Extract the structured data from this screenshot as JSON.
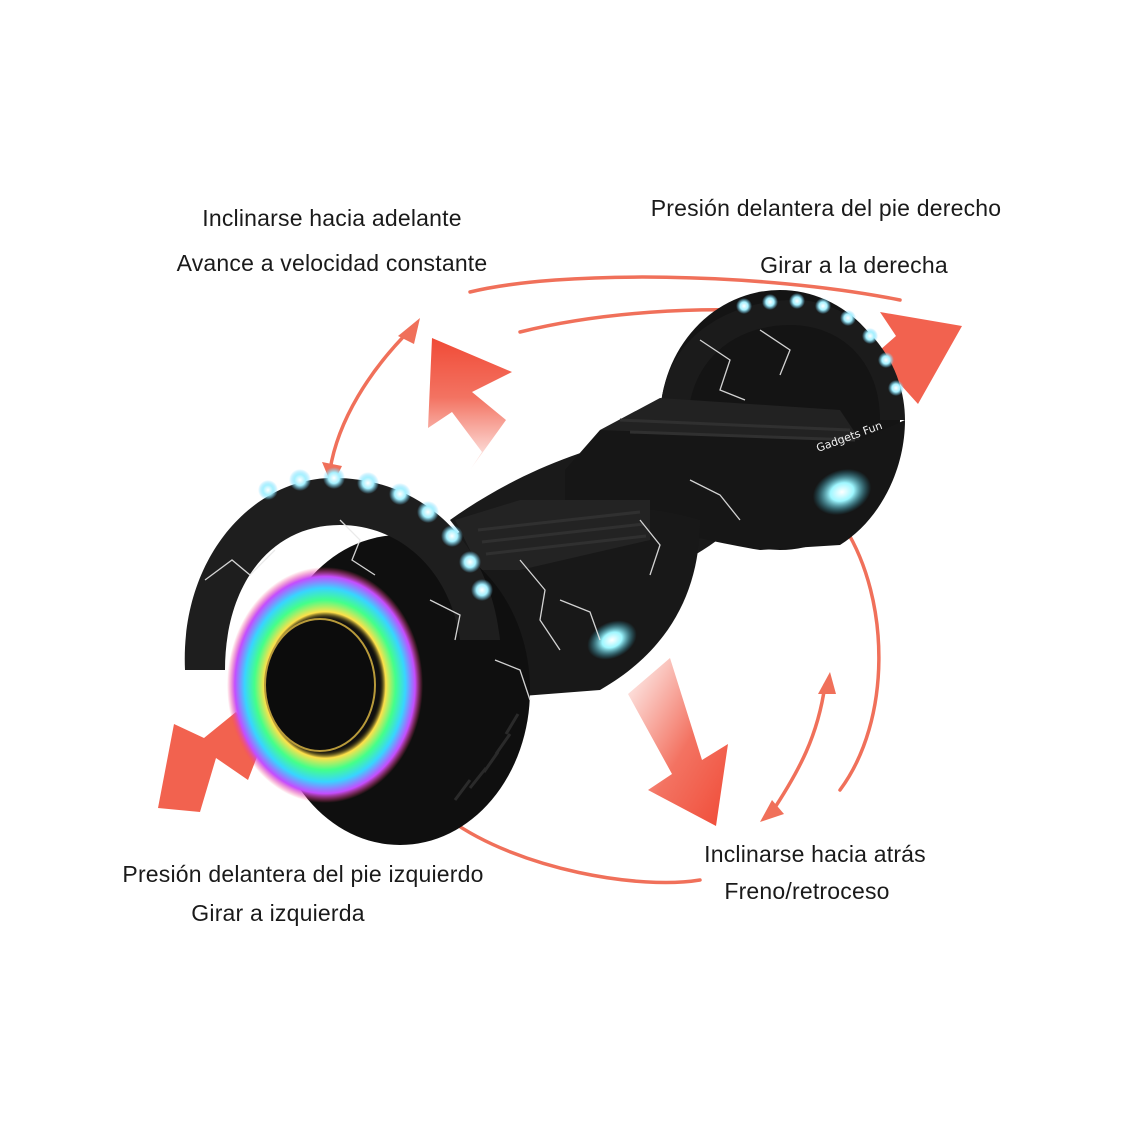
{
  "labels": {
    "forward": {
      "line1": "Inclinarse hacia adelante",
      "line2": "Avance a velocidad constante"
    },
    "right_foot": {
      "line1": "Presión delantera del pie derecho",
      "line2": "Girar a la derecha"
    },
    "left_foot": {
      "line1": "Presión delantera del pie izquierdo",
      "line2": "Girar a izquierda"
    },
    "backward": {
      "line1": "Inclinarse hacia atrás",
      "line2": "Freno/retroceso"
    }
  },
  "brand": {
    "text": "Gadgets Fun"
  },
  "colors": {
    "arrow": "#f0705a",
    "arrow_fill": "#f15a46",
    "board": "#151515",
    "crack": "#e8e8e8",
    "led_cyan": "#7ef5ff"
  }
}
